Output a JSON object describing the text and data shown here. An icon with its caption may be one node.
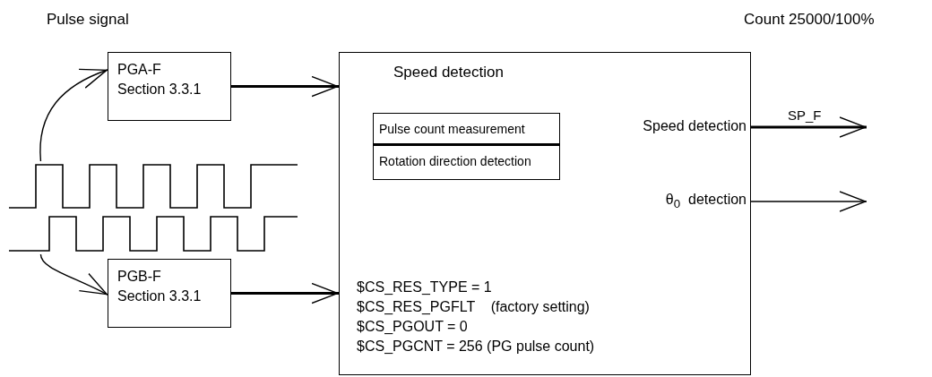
{
  "diagram": {
    "nodes": [
      {
        "text": [
          "PGA-F",
          "Section 3.3.1"
        ]
      },
      {
        "text": [
          "PGB-F",
          "Section 3.3.1"
        ]
      },
      {
        "text": [],
        "shape": "picture"
      },
      {
        "text": [],
        "shape": "picture"
      },
      {
        "text": [
          "Speed detection"
        ]
      },
      {
        "text": [
          "Pulse count measurement"
        ],
        "in": 4
      },
      {
        "text": [
          "Rotation direction detection"
        ],
        "in": 4
      },
      {
        "text": [
          "Speed detection"
        ],
        "in": 4
      },
      {
        "text": [
          "θ$_{0}$  detection"
        ],
        "in": 4
      }
    ],
    "edges": [
      {
        "from": 2,
        "to": 0,
        "arrow": "to"
      },
      {
        "from": 3,
        "to": 1,
        "arrow": "to"
      },
      {
        "from": 0,
        "to": 4,
        "arrow": "to",
        "style": "thick"
      },
      {
        "from": 1,
        "to": 4,
        "arrow": "to",
        "style": "thick"
      },
      {
        "from": 7,
        "to": null,
        "arrow": "to",
        "style": "thick",
        "label": "SP_F"
      },
      {
        "from": 8,
        "to": null,
        "arrow": "to"
      }
    ],
    "labels": [
      "Pulse signal",
      "Count 25000/100%",
      "$CS_RES_TYPE = 1",
      "$CS_RES_PGFLT    (factory setting)",
      "$CS_PGOUT = 0",
      "$CS_PGCNT = 256 (PG pulse count)"
    ]
  }
}
